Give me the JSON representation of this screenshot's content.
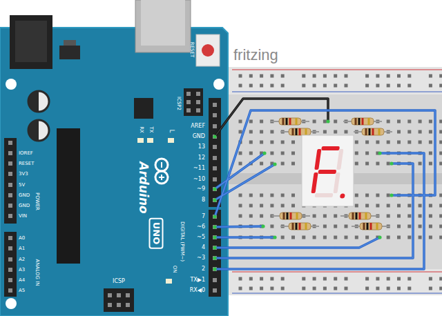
{
  "diagram": {
    "nodes": [
      {
        "text": [
          "Arduino",
          "UNO"
        ]
      }
    ],
    "labels": [
      "fritzing",
      "RESET",
      "ICSP2",
      "L",
      "TX",
      "RX",
      "AREF",
      "GND",
      "13",
      "12",
      "~11",
      "~10",
      "~9",
      "8",
      "7",
      "~6",
      "~5",
      "4",
      "~3",
      "2",
      "TX▶1",
      "RX◀0",
      "DIGITAL (PWM~)",
      "IOREF",
      "RESET",
      "3V3",
      "5V",
      "GND",
      "GND",
      "VIN",
      "POWER",
      "A0",
      "A1",
      "A2",
      "A3",
      "A4",
      "A5",
      "ANALOG IN",
      "ICSP",
      "ON"
    ]
  }
}
